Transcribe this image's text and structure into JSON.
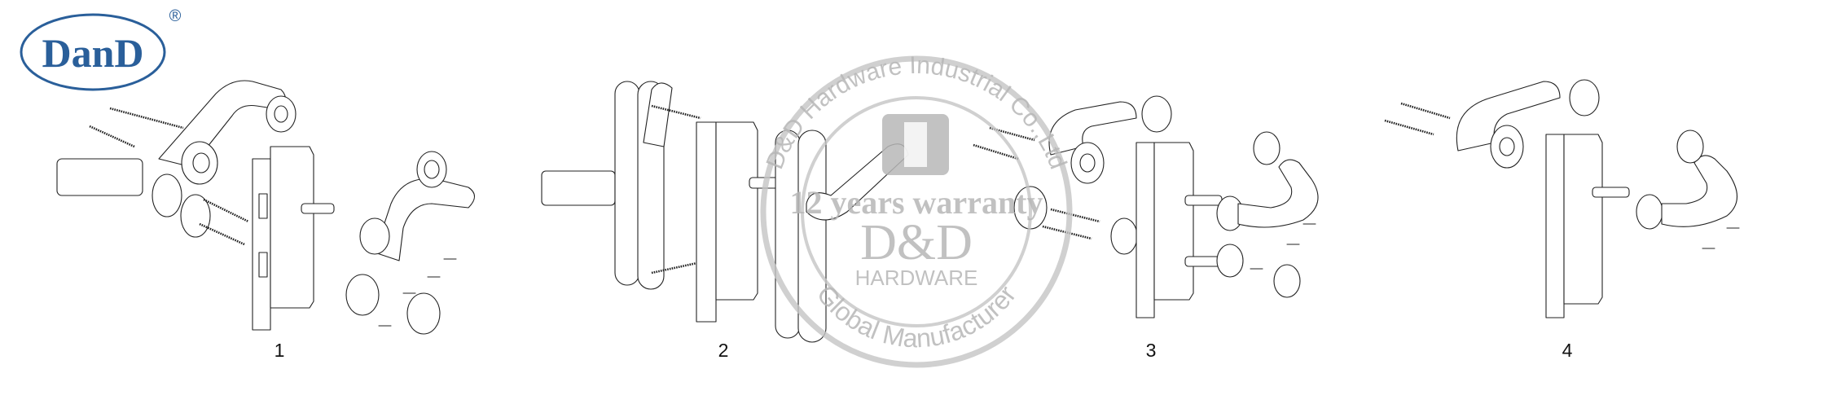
{
  "logo": {
    "text": "DanD",
    "registered": "®",
    "color": "#2a5f9a"
  },
  "watermark": {
    "company": "D&D Hardware Industrial Co.,Ltd",
    "warranty": "12 years warranty",
    "brand": "D&D",
    "subbrand": "HARDWARE",
    "slogan": "Global Manufacturer",
    "color": "#b7b7b7"
  },
  "assemblies": [
    {
      "label": "1"
    },
    {
      "label": "2"
    },
    {
      "label": "3"
    },
    {
      "label": "4"
    }
  ]
}
